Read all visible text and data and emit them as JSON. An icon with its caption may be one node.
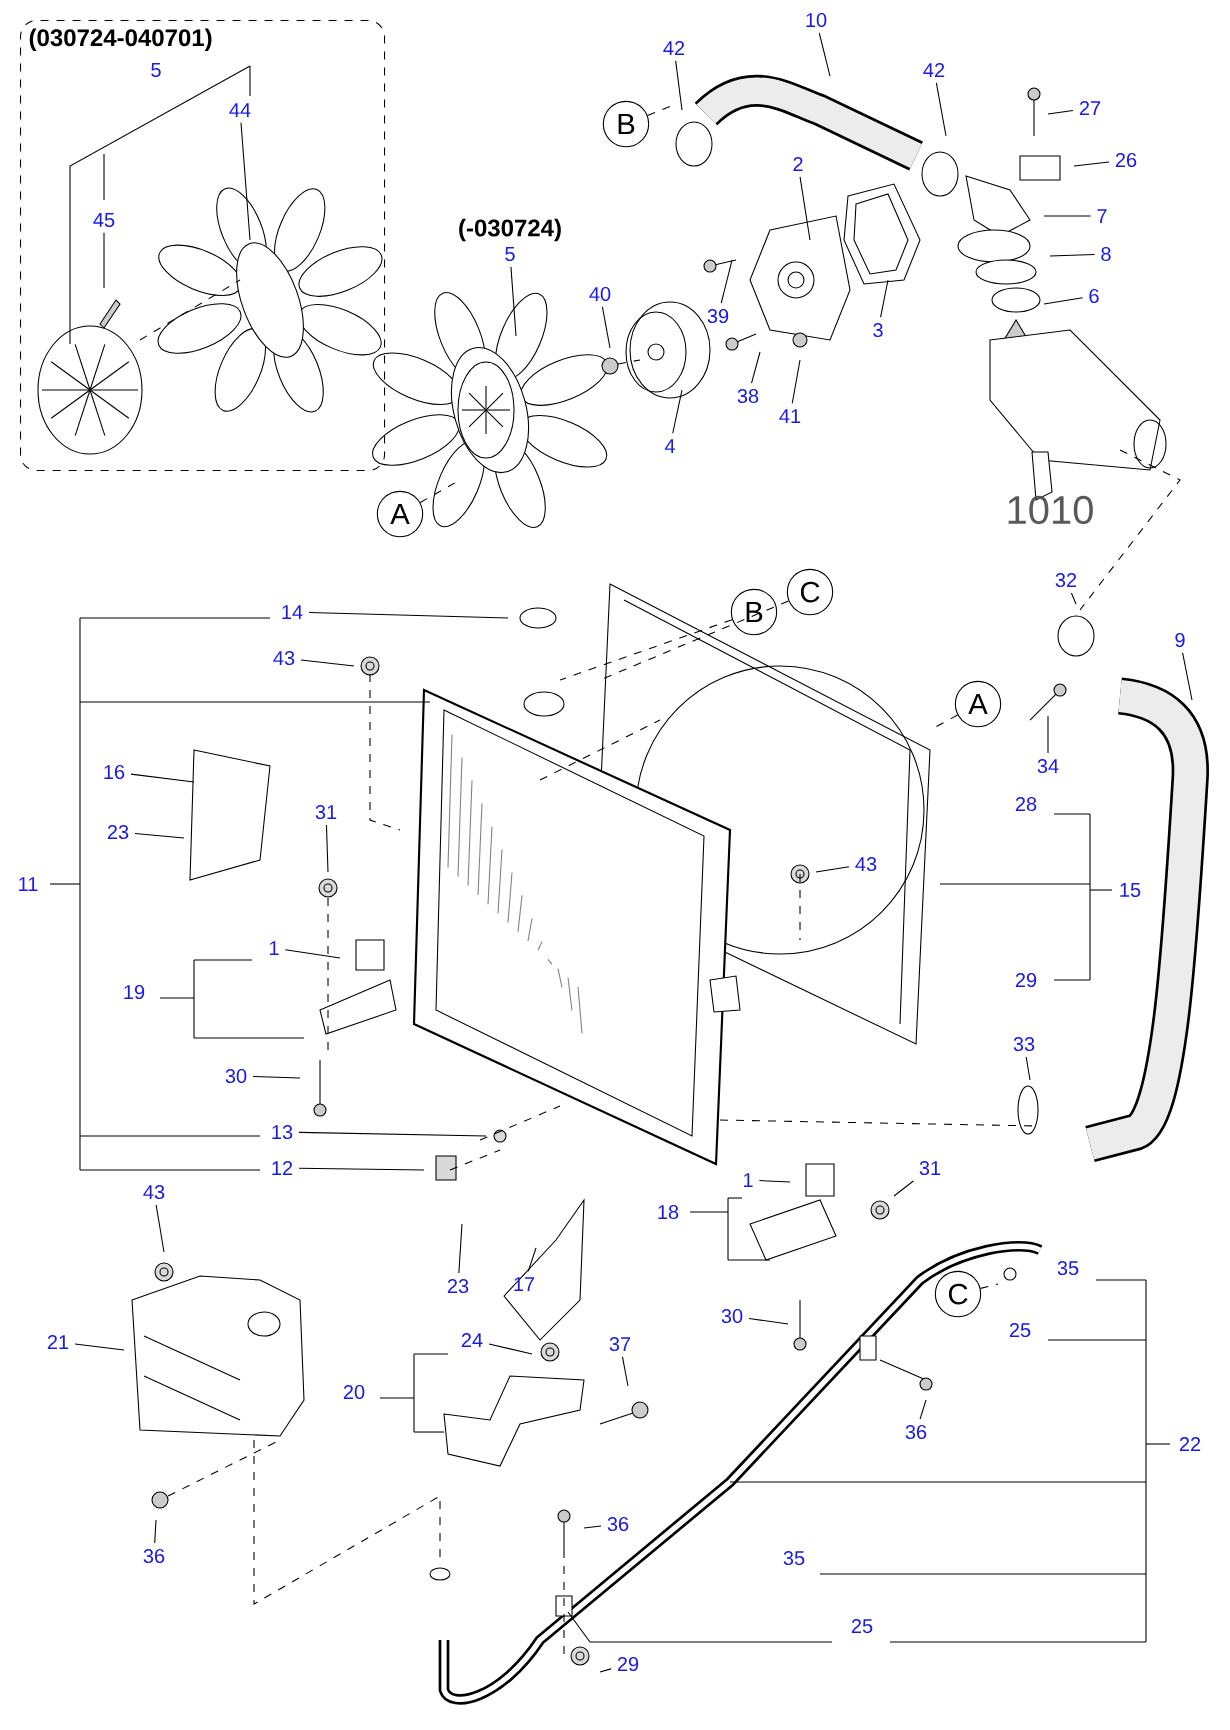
{
  "diagram": {
    "nodes": [
      {
        "text": [
          "(030724-040701)"
        ]
      },
      {
        "text": [
          "44"
        ],
        "in": 0
      },
      {
        "text": [
          "45"
        ],
        "in": 0
      },
      {
        "text": [
          "42"
        ]
      },
      {
        "text": [
          "10"
        ]
      },
      {
        "text": [
          "42"
        ]
      },
      {
        "text": [
          "27"
        ]
      },
      {
        "text": [
          "26"
        ]
      },
      {
        "text": [
          "B"
        ]
      },
      {
        "text": [
          "2"
        ]
      },
      {
        "text": [
          "7"
        ]
      },
      {
        "text": [
          "8"
        ]
      },
      {
        "text": [
          "5"
        ]
      },
      {
        "text": [
          "40"
        ]
      },
      {
        "text": [
          "39"
        ]
      },
      {
        "text": [
          "6"
        ]
      },
      {
        "text": [
          "3"
        ]
      },
      {
        "text": [
          "38"
        ]
      },
      {
        "text": [
          "41"
        ]
      },
      {
        "text": [
          "4"
        ]
      },
      {
        "text": [
          "A"
        ]
      },
      {
        "text": [
          "32"
        ]
      },
      {
        "text": [
          "B"
        ]
      },
      {
        "text": [
          "14"
        ]
      },
      {
        "text": [
          "C"
        ]
      },
      {
        "text": [
          "9"
        ]
      },
      {
        "text": [
          "43"
        ]
      },
      {
        "text": [
          "A"
        ]
      },
      {
        "text": [
          "34"
        ]
      },
      {
        "text": [
          "16"
        ]
      },
      {
        "text": [
          "23"
        ]
      },
      {
        "text": [
          "31"
        ]
      },
      {
        "text": [
          "43"
        ]
      },
      {
        "text": [
          "1"
        ]
      },
      {
        "text": [
          "33"
        ]
      },
      {
        "text": [
          "30"
        ]
      },
      {
        "text": [
          "13"
        ]
      },
      {
        "text": [
          "12"
        ]
      },
      {
        "text": [
          "1"
        ]
      },
      {
        "text": [
          "31"
        ]
      },
      {
        "text": [
          "43"
        ]
      },
      {
        "text": [
          "23"
        ]
      },
      {
        "text": [
          "C"
        ]
      },
      {
        "text": [
          "17"
        ]
      },
      {
        "text": [
          "30"
        ]
      },
      {
        "text": [
          "24"
        ]
      },
      {
        "text": [
          "21"
        ]
      },
      {
        "text": [
          "37"
        ]
      },
      {
        "text": [
          "36"
        ]
      },
      {
        "text": [
          "36"
        ]
      },
      {
        "text": [
          "36"
        ]
      },
      {
        "text": [
          "29"
        ]
      }
    ],
    "edges": [
      {
        "from": 1,
        "to": null,
        "arrow": "none"
      },
      {
        "from": 2,
        "to": null,
        "arrow": "none"
      },
      {
        "from": 3,
        "to": null,
        "arrow": "none"
      },
      {
        "from": 4,
        "to": null,
        "arrow": "none"
      },
      {
        "from": 5,
        "to": null,
        "arrow": "none"
      },
      {
        "from": 6,
        "to": null,
        "arrow": "none"
      },
      {
        "from": 7,
        "to": null,
        "arrow": "none"
      },
      {
        "from": 8,
        "to": null,
        "arrow": "none",
        "style": "dashed"
      },
      {
        "from": 9,
        "to": null,
        "arrow": "none"
      },
      {
        "from": 10,
        "to": null,
        "arrow": "none"
      },
      {
        "from": 11,
        "to": null,
        "arrow": "none"
      },
      {
        "from": 12,
        "to": null,
        "arrow": "none"
      },
      {
        "from": 13,
        "to": null,
        "arrow": "none"
      },
      {
        "from": 14,
        "to": null,
        "arrow": "none"
      },
      {
        "from": 15,
        "to": null,
        "arrow": "none"
      },
      {
        "from": 16,
        "to": null,
        "arrow": "none"
      },
      {
        "from": 17,
        "to": null,
        "arrow": "none"
      },
      {
        "from": 18,
        "to": null,
        "arrow": "none"
      },
      {
        "from": 19,
        "to": null,
        "arrow": "none"
      },
      {
        "from": 20,
        "to": null,
        "arrow": "none",
        "style": "dashed"
      },
      {
        "from": 21,
        "to": null,
        "arrow": "none"
      },
      {
        "from": 22,
        "to": null,
        "arrow": "none",
        "style": "dashed"
      },
      {
        "from": 23,
        "to": null,
        "arrow": "none"
      },
      {
        "from": 24,
        "to": null,
        "arrow": "none",
        "style": "dashed"
      },
      {
        "from": 25,
        "to": null,
        "arrow": "none"
      },
      {
        "from": 26,
        "to": null,
        "arrow": "none"
      },
      {
        "from": 27,
        "to": null,
        "arrow": "none",
        "style": "dashed"
      },
      {
        "from": 28,
        "to": null,
        "arrow": "none"
      },
      {
        "from": 29,
        "to": null,
        "arrow": "none"
      },
      {
        "from": 30,
        "to": null,
        "arrow": "none"
      },
      {
        "from": 31,
        "to": null,
        "arrow": "none"
      },
      {
        "from": 32,
        "to": null,
        "arrow": "none"
      },
      {
        "from": 33,
        "to": null,
        "arrow": "none"
      },
      {
        "from": 34,
        "to": null,
        "arrow": "none"
      },
      {
        "from": 35,
        "to": null,
        "arrow": "none"
      },
      {
        "from": 36,
        "to": null,
        "arrow": "none"
      },
      {
        "from": 37,
        "to": null,
        "arrow": "none"
      },
      {
        "from": 38,
        "to": null,
        "arrow": "none"
      },
      {
        "from": 39,
        "to": null,
        "arrow": "none"
      },
      {
        "from": 40,
        "to": null,
        "arrow": "none"
      },
      {
        "from": 41,
        "to": null,
        "arrow": "none"
      },
      {
        "from": 42,
        "to": null,
        "arrow": "none",
        "style": "dashed"
      },
      {
        "from": 43,
        "to": null,
        "arrow": "none"
      },
      {
        "from": 44,
        "to": null,
        "arrow": "none"
      },
      {
        "from": 45,
        "to": null,
        "arrow": "none"
      },
      {
        "from": 46,
        "to": null,
        "arrow": "none"
      },
      {
        "from": 47,
        "to": null,
        "arrow": "none"
      },
      {
        "from": 48,
        "to": null,
        "arrow": "none"
      },
      {
        "from": 49,
        "to": null,
        "arrow": "none"
      },
      {
        "from": 50,
        "to": null,
        "arrow": "none"
      },
      {
        "from": 51,
        "to": null,
        "arrow": "none"
      }
    ],
    "labels": [
      "5",
      "(-030724)",
      "1010",
      "28",
      "11",
      "15",
      "29",
      "19",
      "18",
      "35",
      "25",
      "20",
      "22",
      "35",
      "25"
    ]
  }
}
